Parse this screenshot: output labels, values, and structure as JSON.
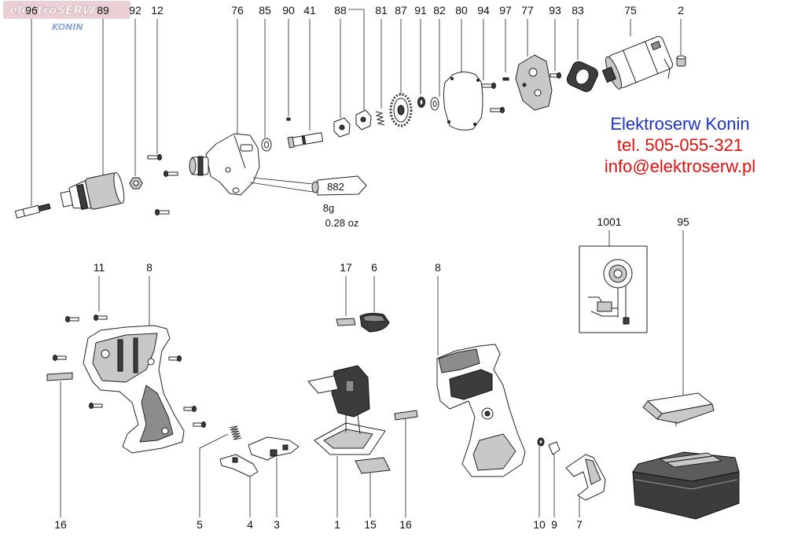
{
  "watermark": {
    "brand": "elektroSERW",
    "city": "KONIN"
  },
  "contact": {
    "company": "Elektroserw Konin",
    "phone": "tel. 505-055-321",
    "email": "info@elektroserw.pl",
    "company_color": "#1b32c8",
    "detail_color": "#e01010"
  },
  "grease": {
    "code": "882",
    "weight_g": "8g",
    "weight_oz": "0.28 oz"
  },
  "labels": {
    "top": [
      "96",
      "89",
      "92",
      "12",
      "76",
      "85",
      "90",
      "41",
      "88",
      "81",
      "87",
      "91",
      "82",
      "80",
      "94",
      "97",
      "77",
      "93",
      "83",
      "75",
      "2"
    ],
    "middle": [
      "11",
      "8",
      "17",
      "6",
      "8",
      "1001",
      "95"
    ],
    "bottom": [
      "16",
      "5",
      "4",
      "3",
      "1",
      "15",
      "16",
      "10",
      "9",
      "7"
    ]
  }
}
